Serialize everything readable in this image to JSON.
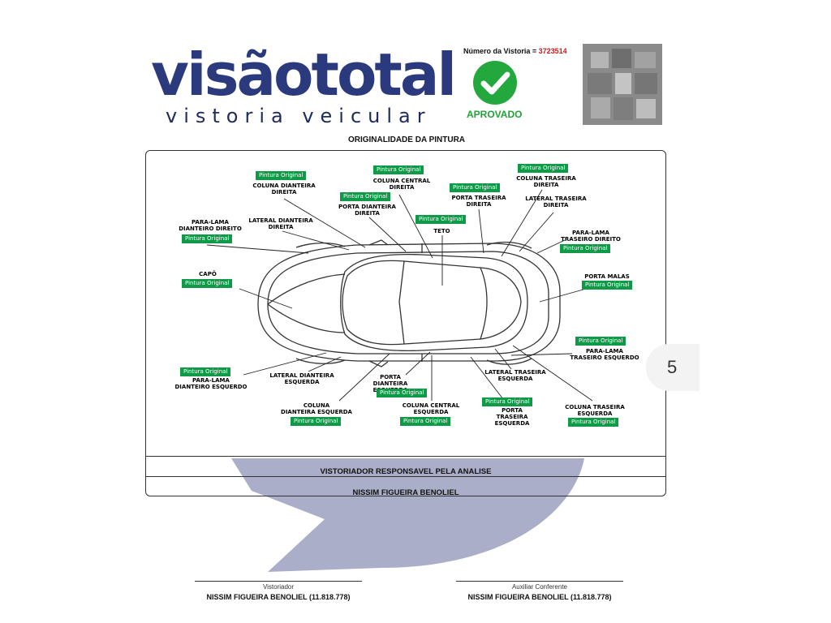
{
  "header": {
    "logo_text": "visãototal",
    "logo_tagline": "vistoria veicular",
    "vistoria_label": "Número da Vistoria =",
    "vistoria_number": "3723514",
    "status_label": "APROVADO",
    "status_color": "#21a13a",
    "brand_color": "#2b3a7c"
  },
  "section_title": "ORIGINALIDADE DA PINTURA",
  "badge_color": "#0f9a48",
  "parts": {
    "coluna_dianteira_direita": {
      "name": "COLUNA DIANTEIRA\nDIREITA",
      "status": "Pintura Original"
    },
    "coluna_central_direita": {
      "name": "COLUNA CENTRAL\nDIREITA",
      "status": "Pintura Original"
    },
    "porta_dianteira_direita": {
      "name": "PORTA DIANTEIRA\nDIREITA",
      "status": "Pintura Original"
    },
    "porta_traseira_direita": {
      "name": "PORTA TRASEIRA\nDIREITA",
      "status": "Pintura Original"
    },
    "coluna_traseira_direita": {
      "name": "COLUNA TRASEIRA\nDIREITA",
      "status": "Pintura Original"
    },
    "lateral_traseira_direita": {
      "name": "LATERAL TRASEIRA\nDIREITA"
    },
    "para_lama_dianteiro_direito": {
      "name": "PARA-LAMA\nDIANTEIRO DIREITO",
      "status": "Pintura Original"
    },
    "lateral_dianteira_direita": {
      "name": "LATERAL DIANTEIRA\nDIREITA"
    },
    "teto": {
      "name": "TETO",
      "status": "Pintura Original"
    },
    "para_lama_traseiro_direito": {
      "name": "PARA-LAMA\nTRASEIRO DIREITO",
      "status": "Pintura Original"
    },
    "capo": {
      "name": "CAPÔ",
      "status": "Pintura Original"
    },
    "porta_malas": {
      "name": "PORTA MALAS",
      "status": "Pintura Original"
    },
    "para_lama_traseiro_esquerdo": {
      "name": "PARA-LAMA\nTRASEIRO ESQUERDO",
      "status": "Pintura Original"
    },
    "para_lama_dianteiro_esquerdo": {
      "name": "PARA-LAMA\nDIANTEIRO ESQUERDO",
      "status": "Pintura Original"
    },
    "lateral_dianteira_esquerda": {
      "name": "LATERAL DIANTEIRA\nESQUERDA"
    },
    "porta_dianteira_esquerda": {
      "name": "PORTA\nDIANTEIRA ESQUERDA",
      "status": "Pintura Original"
    },
    "lateral_traseira_esquerda": {
      "name": "LATERAL TRASEIRA\nESQUERDA"
    },
    "porta_traseira_esquerda": {
      "name": "PORTA\nTRASEIRA ESQUERDA",
      "status": "Pintura Original"
    },
    "coluna_dianteira_esquerda": {
      "name": "COLUNA\nDIANTEIRA ESQUERDA",
      "status": "Pintura Original"
    },
    "coluna_central_esquerda": {
      "name": "COLUNA CENTRAL\nESQUERDA",
      "status": "Pintura Original"
    },
    "coluna_traseira_esquerda": {
      "name": "COLUNA TRASEIRA\nESQUERDA",
      "status": "Pintura Original"
    }
  },
  "responsavel_label": "VISTORIADOR RESPONSAVEL PELA ANALISE",
  "responsavel_name": "NISSIM FIGUEIRA BENOLIEL",
  "signatures": [
    {
      "role": "Vistoriador",
      "name": "NISSIM FIGUEIRA BENOLIEL (11.818.778)"
    },
    {
      "role": "Auxiliar Conferente",
      "name": "NISSIM FIGUEIRA BENOLIEL (11.818.778)"
    }
  ],
  "page_number": "5"
}
